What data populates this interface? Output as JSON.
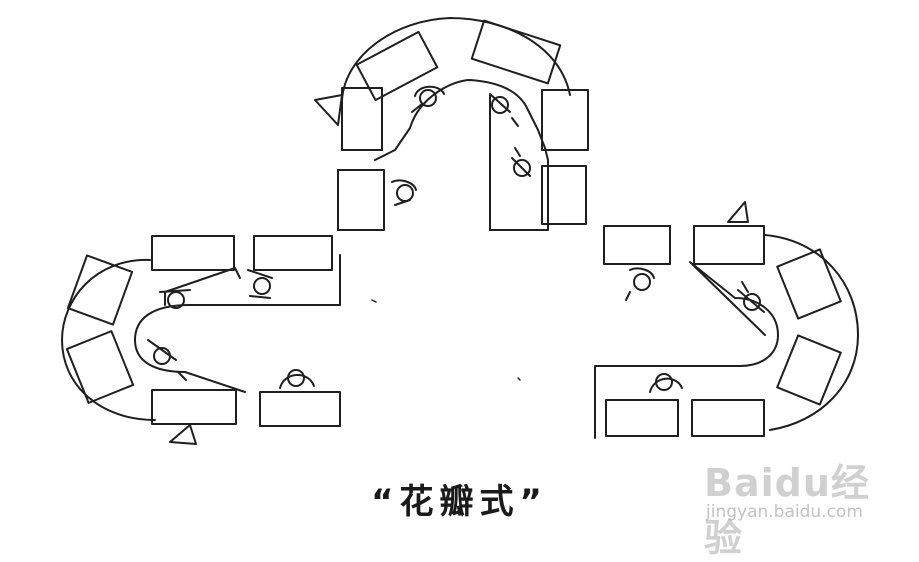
{
  "caption": "“花瓣式”",
  "watermark": {
    "brand": "Baidu经验",
    "domain": "jingyan.baidu.com"
  },
  "colors": {
    "stroke": "#1f1f1f",
    "background": "#ffffff",
    "watermark": "#aaaaaa"
  },
  "icons": [
    "desk-icon",
    "person-icon",
    "counter-icon",
    "paw-logo-icon"
  ]
}
